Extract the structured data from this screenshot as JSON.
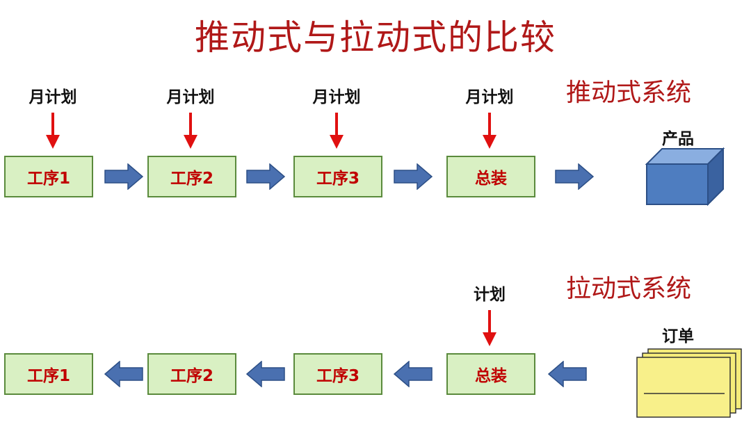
{
  "title": "推动式与拉动式的比较",
  "push": {
    "label": "推动式系统",
    "plans": [
      "月计划",
      "月计划",
      "月计划",
      "月计划"
    ],
    "processes": [
      "工序1",
      "工序2",
      "工序3",
      "总装"
    ],
    "product_label": "产品"
  },
  "pull": {
    "label": "拉动式系统",
    "plan": "计划",
    "processes": [
      "工序1",
      "工序2",
      "工序3",
      "总装"
    ],
    "order_label": "订单"
  },
  "colors": {
    "title": "#b01818",
    "process_fill": "#d9f0c3",
    "process_border": "#5a8a3c",
    "process_text": "#c00000",
    "arrow_blue": "#4a70b0",
    "arrow_red": "#e01010",
    "cube": "#4e7dc0",
    "order_paper": "#f5ec7a"
  },
  "icons": [
    "red-down-arrow-icon",
    "blue-right-arrow-icon",
    "blue-left-arrow-icon",
    "cube-icon",
    "document-stack-icon"
  ]
}
